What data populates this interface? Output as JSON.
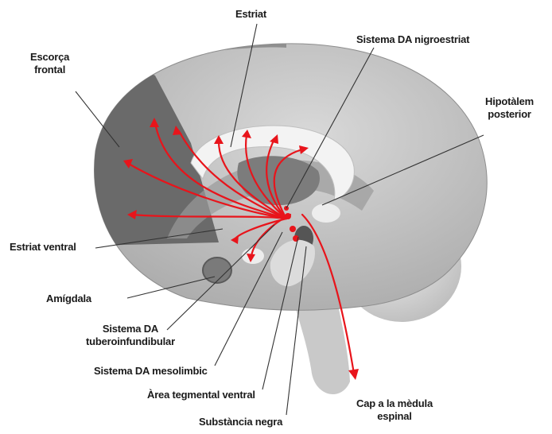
{
  "labels": {
    "striatum": "Estriat",
    "nigrostriatal": "Sistema DA nigroestriat",
    "frontal_cortex_1": "Escorça",
    "frontal_cortex_2": "frontal",
    "hypothalamus_1": "Hipotàlem",
    "hypothalamus_2": "posterior",
    "ventral_striatum": "Estriat ventral",
    "amygdala": "Amígdala",
    "tubero_1": "Sistema DA",
    "tubero_2": "tuberoinfundibular",
    "mesolimbic": "Sistema DA mesolimbic",
    "vta": "Àrea tegmental ventral",
    "spinal_1": "Cap a la mèdula",
    "spinal_2": "espinal",
    "substantia_nigra": "Substància negra"
  },
  "colors": {
    "pathway": "#e8141b",
    "brain_light": "#c6c6c6",
    "brain_dark": "#6a6a6a",
    "brainstem": "#d6d6d6",
    "leader_line": "#333333"
  }
}
